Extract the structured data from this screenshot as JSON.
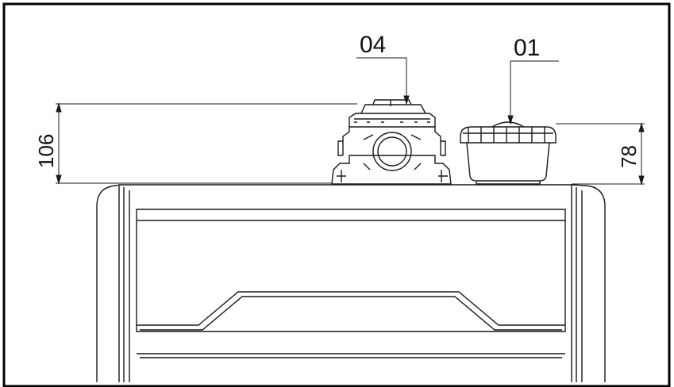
{
  "drawing": {
    "labels": {
      "part_04": "04",
      "part_01": "01",
      "dim_left": "106",
      "dim_right": "78"
    },
    "colors": {
      "line": "#1a1a1a",
      "background": "#ffffff"
    }
  }
}
